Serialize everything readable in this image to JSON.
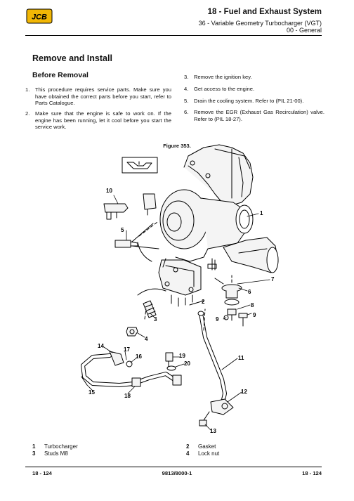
{
  "header": {
    "brand_logo": "JCB",
    "title": "18 - Fuel and Exhaust System",
    "subtitle": "36 - Variable Geometry Turbocharger (VGT)",
    "section": "00 - General"
  },
  "section_title": "Remove and Install",
  "subsection_title": "Before Removal",
  "steps": [
    {
      "num": "1.",
      "text": "This procedure requires service parts. Make sure you have obtained the correct parts before you start, refer to Parts Catalogue."
    },
    {
      "num": "2.",
      "text": "Make sure that the engine is safe to work on. If the engine has been running, let it cool before you start the service work."
    },
    {
      "num": "3.",
      "text": "Remove the ignition key."
    },
    {
      "num": "4.",
      "text": "Get access to the engine."
    },
    {
      "num": "5.",
      "text": "Drain the cooling system. Refer to (PIL 21-00)."
    },
    {
      "num": "6.",
      "text": "Remove the EGR (Exhaust Gas Recirculation) valve. Refer to (PIL 18-27)."
    }
  ],
  "figure": {
    "title": "Figure 353.",
    "callouts": [
      "1",
      "2",
      "3",
      "4",
      "5",
      "6",
      "7",
      "8",
      "9",
      "9",
      "10",
      "11",
      "12",
      "13",
      "14",
      "15",
      "16",
      "17",
      "18",
      "19",
      "20"
    ]
  },
  "legend": [
    {
      "num": "1",
      "label": "Turbocharger"
    },
    {
      "num": "2",
      "label": "Gasket"
    },
    {
      "num": "3",
      "label": "Studs M8"
    },
    {
      "num": "4",
      "label": "Lock nut"
    }
  ],
  "footer": {
    "left": "18 - 124",
    "center": "9813/8000-1",
    "right": "18 - 124"
  }
}
